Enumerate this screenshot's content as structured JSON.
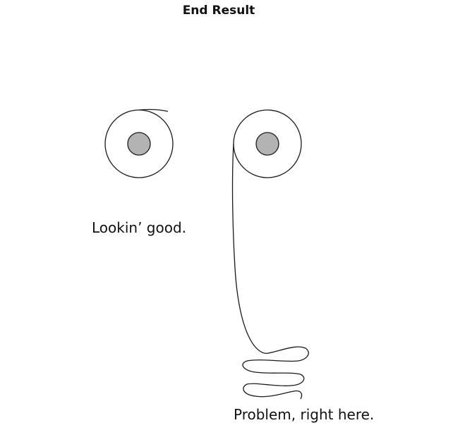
{
  "title": "End Result",
  "left_roll": {
    "caption": "Lookin’ good."
  },
  "right_roll": {
    "caption": "Problem, right here."
  },
  "colors": {
    "outline": "#1a1a1a",
    "core_fill": "#b3b3b3",
    "background": "#ffffff"
  }
}
